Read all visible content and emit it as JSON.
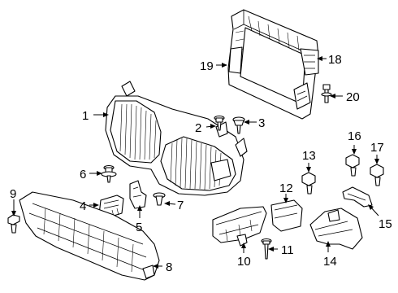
{
  "diagram": {
    "callouts": [
      {
        "id": "c1",
        "label": "1"
      },
      {
        "id": "c2",
        "label": "2"
      },
      {
        "id": "c3",
        "label": "3"
      },
      {
        "id": "c4",
        "label": "4"
      },
      {
        "id": "c5",
        "label": "5"
      },
      {
        "id": "c6",
        "label": "6"
      },
      {
        "id": "c7",
        "label": "7"
      },
      {
        "id": "c8",
        "label": "8"
      },
      {
        "id": "c9",
        "label": "9"
      },
      {
        "id": "c10",
        "label": "10"
      },
      {
        "id": "c11",
        "label": "11"
      },
      {
        "id": "c12",
        "label": "12"
      },
      {
        "id": "c13",
        "label": "13"
      },
      {
        "id": "c14",
        "label": "14"
      },
      {
        "id": "c15",
        "label": "15"
      },
      {
        "id": "c16",
        "label": "16"
      },
      {
        "id": "c17",
        "label": "17"
      },
      {
        "id": "c18",
        "label": "18"
      },
      {
        "id": "c19",
        "label": "19"
      },
      {
        "id": "c20",
        "label": "20"
      }
    ]
  }
}
